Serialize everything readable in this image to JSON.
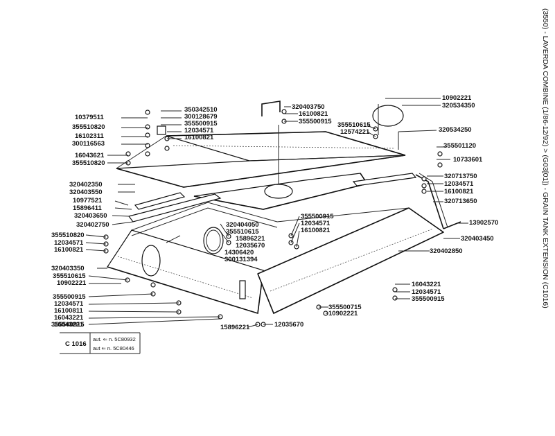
{
  "side_title": "(3550) - LAVERDA COMBINE (1/86-12/92) > (G03[01]) - GRAIN TANK EXTENSION (C1016)",
  "ref_box": {
    "code": "C 1016",
    "line1": "aut. ⇐ n. 5C80932",
    "line2": "aut ⇐ n. 5C80446"
  },
  "labels": [
    "350342510",
    "300128679",
    "355500915",
    "12034571",
    "16100821",
    "10379511",
    "355510820",
    "16102311",
    "300116563",
    "16043621",
    "355510820",
    "320403750",
    "16100821",
    "355500915",
    "355510615",
    "12574221",
    "10902221",
    "320534350",
    "320534250",
    "355501120",
    "10733601",
    "320713750",
    "12034571",
    "16100821",
    "320713650",
    "13902570",
    "320403450",
    "320402350",
    "320403550",
    "10977521",
    "15896411",
    "320403650",
    "320402750",
    "320404050",
    "355510615",
    "15896221",
    "12035670",
    "14306420",
    "300131394",
    "355500915",
    "12034571",
    "16100821",
    "355510820",
    "12034571",
    "16100821",
    "320403350",
    "355510615",
    "10902221",
    "355500915",
    "12034571",
    "16100811",
    "16043221",
    "16043221",
    "355500915",
    "320402850",
    "16043221",
    "12034571",
    "355500915",
    "355500715",
    "10902221",
    "12035670",
    "15896221"
  ]
}
